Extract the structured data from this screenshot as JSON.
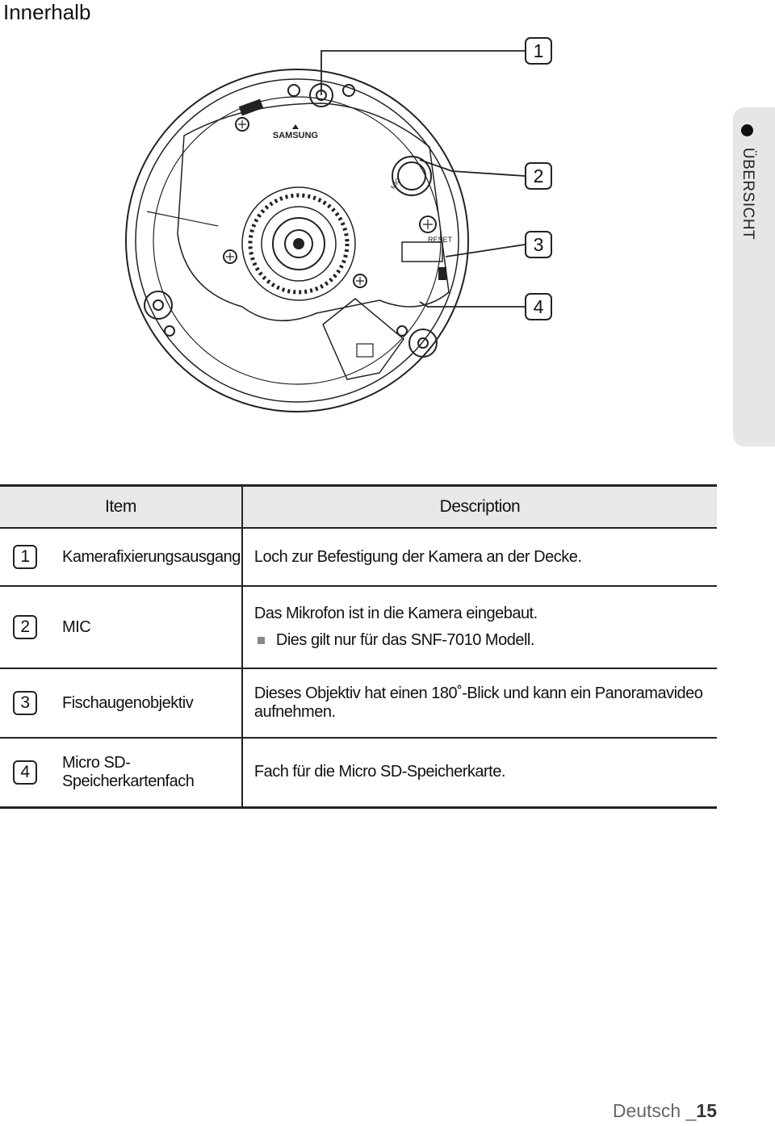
{
  "page": {
    "title": "Innerhalb",
    "side_tab": "ÜBERSICHT",
    "footer_lang": "Deutsch _",
    "footer_page": "15"
  },
  "diagram": {
    "brand": "SAMSUNG",
    "mic_label": "MIC",
    "reset_label": "RESET",
    "callouts": [
      "1",
      "2",
      "3",
      "4"
    ]
  },
  "table": {
    "headers": {
      "item": "Item",
      "description": "Description"
    },
    "rows": [
      {
        "num": "1",
        "item": "Kamerafixierungsausgang",
        "desc": "Loch zur Befestigung der Kamera an der Decke.",
        "note": ""
      },
      {
        "num": "2",
        "item": "MIC",
        "desc": "Das Mikrofon ist in die Kamera eingebaut.",
        "note": "Dies gilt nur für das SNF-7010 Modell."
      },
      {
        "num": "3",
        "item": "Fischaugenobjektiv",
        "desc": "Dieses Objektiv hat einen 180˚-Blick und kann ein Panoramavideo aufnehmen.",
        "note": ""
      },
      {
        "num": "4",
        "item": "Micro SD-Speicherkartenfach",
        "desc": "Fach für die Micro SD-Speicherkarte.",
        "note": ""
      }
    ]
  }
}
